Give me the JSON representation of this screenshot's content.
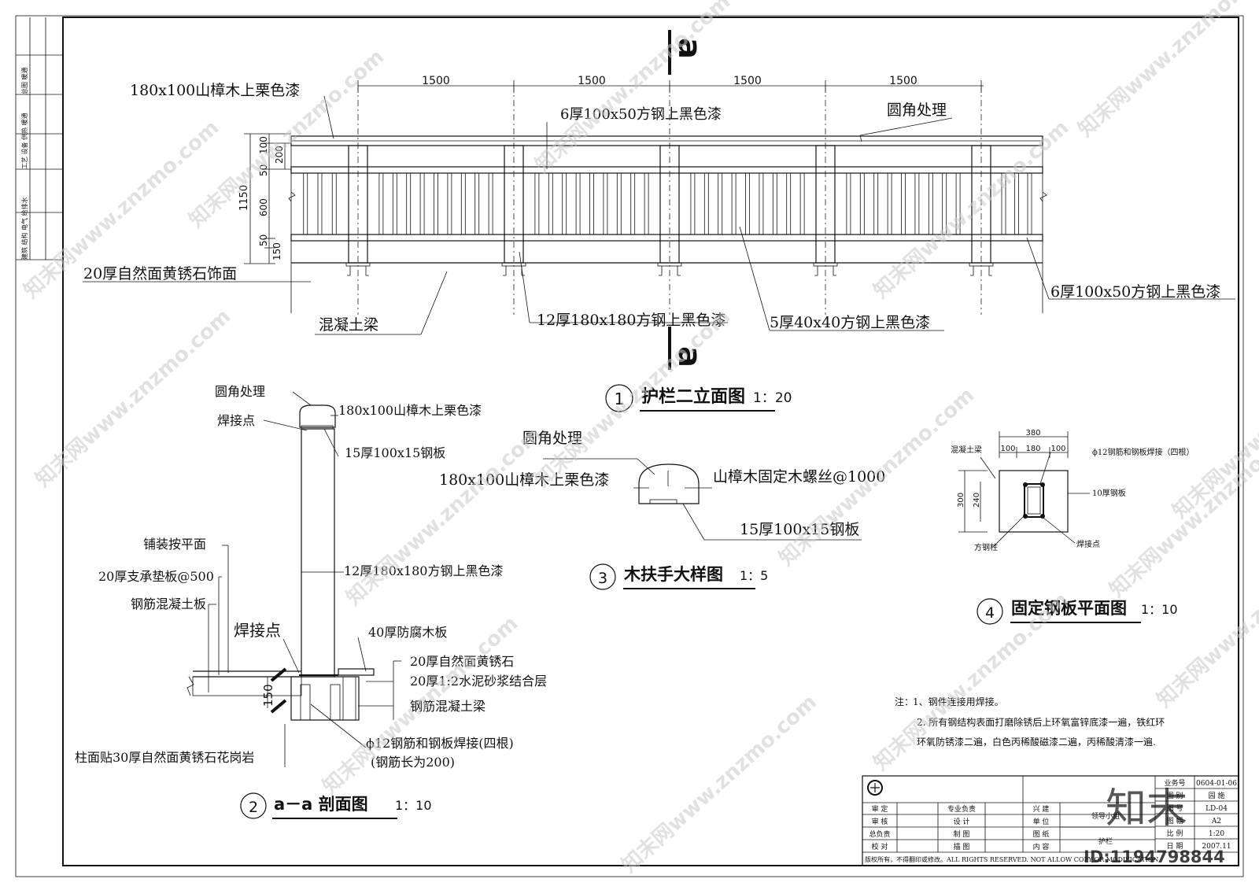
{
  "side_strip": {
    "group1": "总图 暖通",
    "group2": "工艺 设备 供热 暖通",
    "group3": "建筑 结构 电气 给排水"
  },
  "section_mark": "a",
  "elevation": {
    "dims_top": [
      "1500",
      "1500",
      "1500",
      "1500"
    ],
    "dims_left_total": "1150",
    "dims_left_parts": [
      "100",
      "50",
      "600",
      "50",
      "150"
    ],
    "dim_200": "200",
    "labels": {
      "handrail": "180x100山樟木上栗色漆",
      "top_rail": "6厚100x50方钢上黑色漆",
      "round": "圆角处理",
      "stone": "20厚自然面黄锈石饰面",
      "beam": "混凝土梁",
      "post": "12厚180x180方钢上黑色漆",
      "baluster": "5厚40x40方钢上黑色漆",
      "bottom_rail": "6厚100x50方钢上黑色漆"
    },
    "title_num": "1",
    "title": "护栏二立面图",
    "scale": "1：20"
  },
  "section": {
    "labels": {
      "round": "圆角处理",
      "weld_top": "焊接点",
      "wood": "180x100山樟木上栗色漆",
      "plate": "15厚100x15钢板",
      "paving": "铺装按平面",
      "pad": "20厚支承垫板@500",
      "slab": "钢筋混凝土板",
      "post": "12厚180x180方钢上黑色漆",
      "weld": "焊接点",
      "deck": "40厚防腐木板",
      "stone": "20厚自然面黄锈石",
      "mortar": "20厚1:2水泥砂浆结合层",
      "rc_beam": "钢筋混凝土梁",
      "rebar": "ϕ12钢筋和钢板焊接(四根)",
      "rebar_len": "(钢筋长为200)",
      "granite": "柱面贴30厚自然面黄锈石花岗岩",
      "dim_150": "150"
    },
    "title_num": "2",
    "title": "a－a 剖面图",
    "scale": "1：10"
  },
  "detail": {
    "labels": {
      "round": "圆角处理",
      "wood": "180x100山樟木上栗色漆",
      "screw": "山樟木固定木螺丝@1000",
      "plate": "15厚100x15钢板"
    },
    "title_num": "3",
    "title": "木扶手大样图",
    "scale": "1：5"
  },
  "plan": {
    "dims": {
      "total": "380",
      "a": "100",
      "b": "180",
      "c": "100",
      "v_total": "300",
      "v_in": "240"
    },
    "labels": {
      "beam": "混凝土梁",
      "rebar": "ϕ12钢筋和钢板焊接（四根）",
      "plate10": "10厚钢板",
      "col": "方钢柱",
      "weld": "焊接点"
    },
    "title_num": "4",
    "title": "固定钢板平面图",
    "scale": "1：10"
  },
  "notes": {
    "head": "注：",
    "n1": "1、钢件连接用焊接。",
    "n2a": "2. 所有钢结构表面打磨除锈后上环氧富锌底漆一遍，铁红环",
    "n2b": "环氧防锈漆二遍，白色丙稀酸磁漆二遍，丙稀酸清漆一遍."
  },
  "title_block": {
    "r1": [
      "审 定",
      "专业负责",
      "兴 建",
      "领导小组"
    ],
    "r2": [
      "审 核",
      "设 计",
      "单 位"
    ],
    "r3": [
      "总负责",
      "制 图",
      "图 纸",
      "护栏"
    ],
    "r4": [
      "校 对",
      "描 图",
      "内 容"
    ],
    "right_labels": [
      "业务号",
      "图 别",
      "图 号",
      "图 幅",
      "比 例",
      "日 期"
    ],
    "right_values": [
      "0604-01-06",
      "园 施",
      "LD-04",
      "A2",
      "1:20",
      "2007.11"
    ],
    "copyright": "版权所有，不得翻印或修改。ALL RIGHTS RESERVED. NOT ALLOW COPY OR MODIFICATION"
  },
  "watermark": {
    "site": "知末网www.znzmo.com",
    "logo": "知末",
    "id": "ID:1194798844"
  }
}
